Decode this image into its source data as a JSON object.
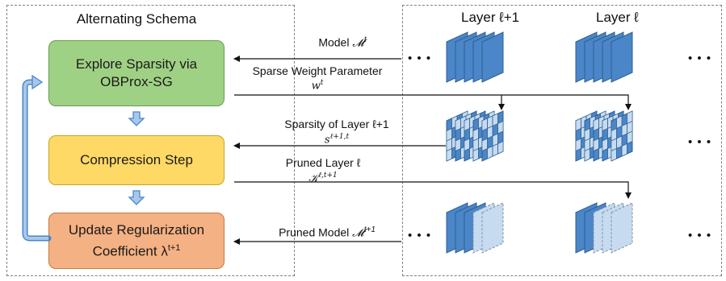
{
  "left_panel": {
    "title": "Alternating Schema",
    "step_explore": {
      "line1": "Explore Sparsity via",
      "line2": "OBProx-SG",
      "color": "#9fd184"
    },
    "step_compress": {
      "label": "Compression Step",
      "color": "#ffd966"
    },
    "step_update": {
      "line1": "Update Regularization",
      "line2": "Coefficient λ",
      "sup": "t+1",
      "color": "#f4b183"
    }
  },
  "right_panel": {
    "layer_next_title": "Layer ℓ+1",
    "layer_title": "Layer ℓ",
    "ellipsis": "• • •"
  },
  "arrows": {
    "model": {
      "label": "Model ",
      "math": "𝓜",
      "sup": "t"
    },
    "sparse_weight": {
      "label": "Sparse Weight Parameter",
      "math": "w",
      "sup": "t"
    },
    "sparsity": {
      "label": "Sparsity of Layer ℓ+1",
      "math": "s",
      "sup": "ℓ+1,t"
    },
    "pruned_layer": {
      "label": "Pruned Layer ℓ",
      "math": "𝒦",
      "sup": "ℓ,t+1"
    },
    "pruned_model": {
      "label": "Pruned Model ",
      "math": "𝓜",
      "sup": "t+1"
    }
  },
  "colors": {
    "dense_weight": "#4a86c8",
    "pruned_weight": "#c7dbf0",
    "sparse_cell_light": "#c7dbf0",
    "flow_arrow": "#4a86c8",
    "edge": "#2f5f93"
  }
}
